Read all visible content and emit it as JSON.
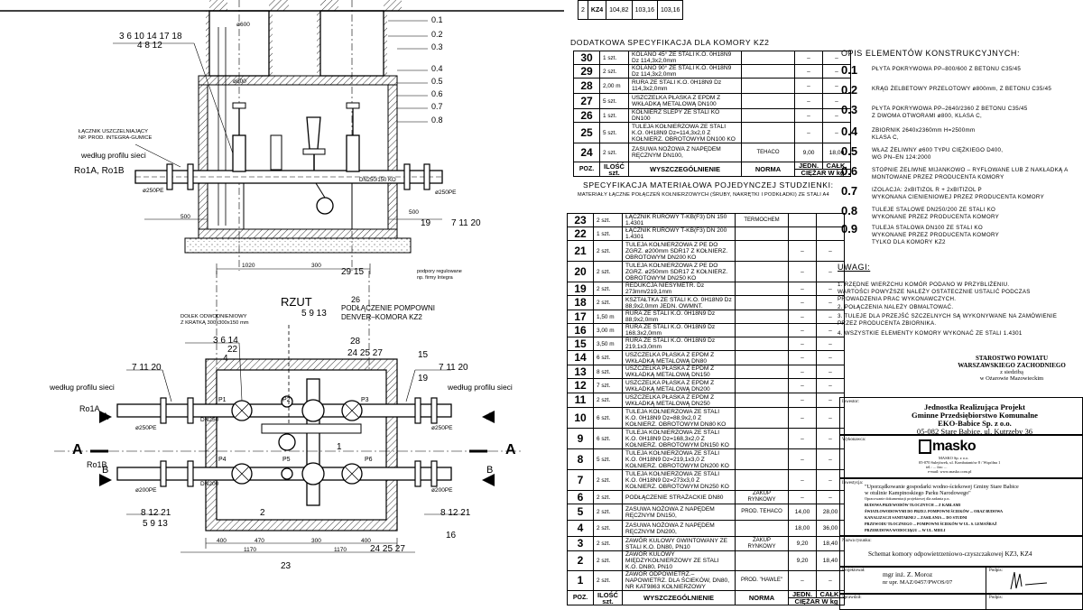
{
  "drawing": {
    "top_table_row": {
      "no": "2",
      "code": "KZ4",
      "v1": "104,82",
      "v2": "103,16",
      "v3": "103,16"
    },
    "elevation_labels": {
      "callouts_left": "3 6 10 14 17 18",
      "callouts_left2": "4 8 12",
      "compensator_note_1": "ŁĄCZNIK USZCZELNIAJĄCY",
      "compensator_note_2": "NP. PROD. INTEGRA-GUMICE",
      "profile_left": "według profilu sieci",
      "ro_left": "Ro1A, Ro1B",
      "pe_left": "ø250PE",
      "pe_right": "ø250PE",
      "dn_label": "DN250/150 KO",
      "dim_500_left": "500",
      "dim_500_right": "500",
      "dim_1020": "1020",
      "dim_300": "300",
      "dim_800": "ø800",
      "dim_600": "ø600",
      "callout_29_15": "29 15",
      "callout_19": "19",
      "callout_7_11_20": "7 11 20",
      "supports_note_1": "podpory regulowane",
      "supports_note_2": "np. firmy Integra"
    },
    "levels": [
      "0.1",
      "0.2",
      "0.3",
      "0.4",
      "0.5",
      "0.6",
      "0.7",
      "0.8"
    ],
    "plan_labels": {
      "rzut": "RZUT",
      "pump_conn_1": "PODŁĄCZENIE POMPOWNI",
      "pump_conn_2": "DENVER–KOMORA KZ2",
      "callout_26": "26",
      "callout_5_9_13": "5 9 13",
      "drain_1": "DOŁEK ODWODNIENIOWY",
      "drain_2": "Z KRATKĄ 300x300x150 mm",
      "callout_3_6_14": "3 6 14",
      "callout_22": "22",
      "callout_4": "4",
      "callout_24_25_27": "24 25 27",
      "callout_7_11_20_l": "7 11 20",
      "callout_7_11_20_r": "7 11 20",
      "callout_15": "15",
      "callout_19": "19",
      "profile_l1": "według profilu sieci",
      "profile_r1": "według profilu sieci",
      "ro1a": "Ro1A",
      "ro1b": "Ro1B",
      "pe1": "ø250PE",
      "pe2": "ø250PE",
      "pe3": "ø200PE",
      "pe4": "ø200PE",
      "dn250": "DN250",
      "dn200": "DN200",
      "p1": "P1",
      "p2": "P2",
      "p3": "P3",
      "p4": "P4",
      "p5": "P5",
      "p6": "P6",
      "a_left": "A",
      "a_right": "A",
      "b_left": "B",
      "b_right": "B",
      "big_a_left": "A",
      "big_a_right": "A",
      "callout_8_12_21_l": "8 12 21",
      "callout_5_9_13_l": "5 9 13",
      "callout_8_12_21_r": "8 12 21",
      "callout_16": "16",
      "callout_2": "2",
      "callout_24_25_27_b": "24 25 27",
      "callout_23": "23",
      "dim_400a": "400",
      "dim_470": "470",
      "dim_300b": "300",
      "dim_400b": "400",
      "dim_1170a": "1170",
      "dim_1170b": "1170",
      "callout_28": "28",
      "callout_1": "1"
    }
  },
  "additional_spec": {
    "title": "DODATKOWA SPECYFIKACJA DLA KOMORY KZ2",
    "rows": [
      {
        "no": "30",
        "qty": "1 szt.",
        "desc": "KOLANO 45° ZE STALI K.O. 0H18N9 Dz 114,3x2,0mm",
        "norm": "",
        "j": "–",
        "c": "–"
      },
      {
        "no": "29",
        "qty": "2 szt.",
        "desc": "KOLANO 90° ZE STALI K.O. 0H18N9 Dz 114,3x2,0mm",
        "norm": "",
        "j": "–",
        "c": "–"
      },
      {
        "no": "28",
        "qty": "2,00 m",
        "desc": "RURA ZE STALI K.O. 0H18N9 Dz 114,3x2,0mm",
        "norm": "",
        "j": "–",
        "c": "–"
      },
      {
        "no": "27",
        "qty": "5 szt.",
        "desc": "USZCZELKA PŁASKA Z EPDM Z WKŁADKĄ METALOWĄ DN100",
        "norm": "",
        "j": "–",
        "c": "–"
      },
      {
        "no": "26",
        "qty": "1 szt.",
        "desc": "KOŁNIERZ ŚLEPY ZE STALI KO DN100",
        "norm": "",
        "j": "–",
        "c": "–"
      },
      {
        "no": "25",
        "qty": "5 szt.",
        "desc": "TULEJA KOŁNIERZOWA ZE STALI K.O. 0H18N9 Dz=114,3x2,0 Z KOŁNIERZ. OBROTOWYM DN100 KO",
        "norm": "",
        "j": "–",
        "c": "–"
      },
      {
        "no": "24",
        "qty": "2 szt.",
        "desc": "ZASUWA NOŻOWA Z NAPĘDEM RĘCZNYM DN100,",
        "norm": "TEHACO",
        "j": "9,00",
        "c": "18,00"
      }
    ],
    "header": {
      "no": "POZ.",
      "qty": "ILOŚĆ szt.",
      "desc": "WYSZCZEGÓLNIENIE",
      "norm": "NORMA",
      "j": "JEDN.",
      "c": "CAŁK.",
      "weight": "CIĘŻAR W kg"
    }
  },
  "material_spec": {
    "title": "SPECYFIKACJA MATERIAŁOWA POJEDYNCZEJ STUDZIENKI:",
    "subtitle": "MATERIAŁY ŁĄCZNE POŁĄCZEŃ KOŁNIERZOWYCH (ŚRUBY, NAKRĘTKI I PODKŁADKI) ZE STALI A4",
    "rows": [
      {
        "no": "23",
        "qty": "2 szt.",
        "desc": "ŁĄCZNIK RUROWY T-KB(F3) DN 150 1.4301",
        "norm": "TERMOCHEM",
        "j": "",
        "c": ""
      },
      {
        "no": "22",
        "qty": "1 szt.",
        "desc": "ŁĄCZNIK RUROWY T-KB(F3) DN 200 1.4301",
        "norm": "",
        "j": "",
        "c": ""
      },
      {
        "no": "21",
        "qty": "2 szt.",
        "desc": "TULEJA KOŁNIERZOWA Z PE DO ZGRZ. ø200mm SDR17 Z KOŁNIERZ. OBROTOWYM DN200 KO",
        "norm": "",
        "j": "–",
        "c": "–"
      },
      {
        "no": "20",
        "qty": "2 szt.",
        "desc": "TULEJA KOŁNIERZOWA Z PE DO ZGRZ. ø250mm SDR17 Z KOŁNIERZ. OBROTOWYM DN250 KO",
        "norm": "",
        "j": "–",
        "c": "–"
      },
      {
        "no": "19",
        "qty": "2 szt.",
        "desc": "REDUKCJA NIESYMETR. Dz 273mm/219,1mm",
        "norm": "",
        "j": "–",
        "c": "–"
      },
      {
        "no": "18",
        "qty": "2 szt.",
        "desc": "KSZTAŁTKA ZE STALI K.O. 0H18N9 Dz 88,9x2,0mm JEDN. OWMNT.",
        "norm": "",
        "j": "–",
        "c": "–"
      },
      {
        "no": "17",
        "qty": "1,50 m",
        "desc": "RURA ZE STALI K.O. 0H18N9 Dz 88,9x2,0mm",
        "norm": "",
        "j": "–",
        "c": "–"
      },
      {
        "no": "16",
        "qty": "3,00 m",
        "desc": "RURA ZE STALI K.O. 0H18N9 Dz 168,3x2,0mm",
        "norm": "",
        "j": "–",
        "c": "–"
      },
      {
        "no": "15",
        "qty": "3,50 m",
        "desc": "RURA ZE STALI K.O. 0H18N9 Dz 219,1x3,0mm",
        "norm": "",
        "j": "–",
        "c": "–"
      },
      {
        "no": "14",
        "qty": "6 szt.",
        "desc": "USZCZELKA PŁASKA Z EPDM Z WKŁADKĄ METALOWĄ DN80",
        "norm": "",
        "j": "–",
        "c": "–"
      },
      {
        "no": "13",
        "qty": "8 szt.",
        "desc": "USZCZELKA PŁASKA Z EPDM Z WKŁADKĄ METALOWĄ DN150",
        "norm": "",
        "j": "–",
        "c": "–"
      },
      {
        "no": "12",
        "qty": "7 szt.",
        "desc": "USZCZELKA PŁASKA Z EPDM Z WKŁADKĄ METALOWĄ DN200",
        "norm": "",
        "j": "–",
        "c": "–"
      },
      {
        "no": "11",
        "qty": "2 szt.",
        "desc": "USZCZELKA PŁASKA Z EPDM Z WKŁADKĄ METALOWĄ DN250",
        "norm": "",
        "j": "–",
        "c": "–"
      },
      {
        "no": "10",
        "qty": "6 szt.",
        "desc": "TULEJA KOŁNIERZOWA ZE STALI K.O. 0H18N9 Dz=88,9x2,0 Z KOŁNIERZ. OBROTOWYM DN80 KO",
        "norm": "",
        "j": "–",
        "c": "–"
      },
      {
        "no": "9",
        "qty": "6 szt.",
        "desc": "TULEJA KOŁNIERZOWA ZE STALI K.O. 0H18N9 Dz=168,3x2,0 Z KOŁNIERZ. OBROTOWYM DN150 KO",
        "norm": "",
        "j": "–",
        "c": "–"
      },
      {
        "no": "8",
        "qty": "5 szt.",
        "desc": "TULEJA KOŁNIERZOWA ZE STALI K.O. 0H18N9 Dz=219,1x3,0 Z KOŁNIERZ. OBROTOWYM DN200 KO",
        "norm": "",
        "j": "–",
        "c": "–"
      },
      {
        "no": "7",
        "qty": "2 szt.",
        "desc": "TULEJA KOŁNIERZOWA ZE STALI K.O. 0H18N9 Dz=273x3,0 Z KOŁNIERZ. OBROTOWYM DN250 KO",
        "norm": "",
        "j": "–",
        "c": "–"
      },
      {
        "no": "6",
        "qty": "2 szt.",
        "desc": "PODŁĄCZENIE STRAŻACKIE DN80",
        "norm": "ZAKUP RYNKOWY",
        "j": "–",
        "c": "–"
      },
      {
        "no": "5",
        "qty": "2 szt.",
        "desc": "ZASUWA NOŻOWA Z NAPĘDEM RĘCZNYM DN150,",
        "norm": "PROD. TEHACO",
        "j": "14,00",
        "c": "28,00"
      },
      {
        "no": "4",
        "qty": "2 szt.",
        "desc": "ZASUWA NOŻOWA Z NAPĘDEM RĘCZNYM DN200,",
        "norm": "",
        "j": "18,00",
        "c": "36,00"
      },
      {
        "no": "3",
        "qty": "2 szt.",
        "desc": "ZAWÓR KULOWY GWINTOWANY ZE STALI K.O. DN80, PN10",
        "norm": "ZAKUP RYNKOWY",
        "j": "9,20",
        "c": "18,40"
      },
      {
        "no": "2",
        "qty": "2 szt.",
        "desc": "ZAWÓR KULOWY MIĘDZYKOŁNIERZOWY ZE STALI K.O. DN80, PN10",
        "norm": "",
        "j": "9,20",
        "c": "18,40"
      },
      {
        "no": "1",
        "qty": "2 szt.",
        "desc": "ZAWÓR ODPOWIETRZ.–NAPOWIETRZ. DLA ŚCIEKÓW, DN80, NR KAT9863 KOŁNIERZOWY",
        "norm": "PROD. \"HAWLE\"",
        "j": "–",
        "c": "–"
      }
    ],
    "header": {
      "no": "POZ.",
      "qty": "ILOŚĆ szt.",
      "desc": "WYSZCZEGÓLNIENIE",
      "norm": "NORMA",
      "j": "JEDN.",
      "c": "CAŁK.",
      "weight": "CIĘŻAR W kg"
    }
  },
  "opis": {
    "title": "OPIS ELEMENTÓW KONSTRUKCYJNYCH:",
    "items": [
      {
        "num": "0.1",
        "text": [
          "PŁYTA POKRYWOWA PP–800/600 Z BETONU C35/45"
        ]
      },
      {
        "num": "0.2",
        "text": [
          "KRĄG ŻELBETOWY PRZELOTOWY ø800mm, Z BETONU C35/45"
        ]
      },
      {
        "num": "0.3",
        "text": [
          "PŁYTA POKRYWOWA PP–2640/2360 Z BETONU C35/45",
          "Z DWOMA OTWORAMI ø800, KLASA C,"
        ]
      },
      {
        "num": "0.4",
        "text": [
          "ZBIORNIK 2640x2360mm   H=2500mm",
          "KLASA C,"
        ]
      },
      {
        "num": "0.5",
        "text": [
          "WŁAZ ŻELIWNY ø600 TYPU CIĘŻKIEGO D400,",
          "WG PN–EN 124:2000"
        ]
      },
      {
        "num": "0.6",
        "text": [
          "STOPNIE ŻELIWNE MIJANKOWO – RYFLOWANE LUB Z NAKŁADKĄ A",
          "MONTOWANE PRZEZ PRODUCENTA KOMORY"
        ]
      },
      {
        "num": "0.7",
        "text": [
          "IZOLACJA: 2xBITIZOL R + 2xBITIZOL P",
          "WYKONANA CIENIENIOWEJ PRZEZ PRODUCENTA KOMORY"
        ]
      },
      {
        "num": "0.8",
        "text": [
          "TULEJE STALOWE DN250/200 ZE STALI KO",
          "WYKONANE PRZEZ PRODUCENTA KOMORY"
        ]
      },
      {
        "num": "0.9",
        "text": [
          "TULEJA STALOWA DN100 ZE STALI KO",
          "WYKONANE PRZEZ PRODUCENTA KOMORY",
          "TYLKO DLA KOMORY KZ2"
        ]
      }
    ]
  },
  "uwagi": {
    "title": "UWAGI:",
    "items": [
      [
        "1. RZĘDNE WIERZCHU KOMÓR PODANO W PRZYBLIŻENIU.",
        "   WARTOŚCI POWYŻSZE NALEŻY OSTATECZNIE USTALIĆ PODCZAS",
        "   PROWADZENIA PRAC WYKONAWCZYCH."
      ],
      [
        "2. POŁĄCZENIA NALEŻY OBMALTOWAĆ."
      ],
      [
        "3. TULEJE DLA PRZEJŚĆ SZCZELNYCH SĄ WYKONYWANE NA ZAMÓWIENIE",
        "   PRZEZ PRODUCENTA ZBIORNIKA."
      ],
      [
        "4. WSZYSTKIE ELEMENTY KOMORY WYKONAĆ ZE STALI 1.4301"
      ]
    ]
  },
  "stamp": {
    "line1": "STAROSTWO POWIATU",
    "line2": "WARSZAWSKIEGO ZACHODNIEGO",
    "line3": "z siedzibą",
    "line4": "w Ożarowie Mazowieckim"
  },
  "title_block": {
    "inwestor_label": "Inwestor:",
    "inwestor": [
      "Jednostka Realizująca Projekt",
      "Gminne Przedsiębiorstwo Komunalne",
      "EKO-Babice Sp. z o.o.",
      "05-082 Stare Babice, ul. Kutrzeby 36"
    ],
    "wykonawca_label": "Wykonawca:",
    "company_logo": "masko",
    "company_lines": [
      "MASKO Sp. z o.o.",
      "05-070 Sulejówek, ul. Kombatantów 8 / Wspólna 1",
      "tel.: ... fax: ...",
      "e-mail: www.masko.com.pl"
    ],
    "inwestycja_label": "Inwestycja:",
    "inwestycja": [
      "\"Uporządkowanie gospodarki wodno-ściekowej Gminy Stare Babice",
      "w otulinie Kampinoskiego Parku Narodowego\"",
      "Opracowanie dokumentacji projektowej dla zadania p.n.",
      "BUDOWA PRZEWODÓW TŁOCZNYCH ... Z KABLAMI",
      "ŚWIATŁOWODOWYMI DO PRZEJ. POMPOWNI ŚCIEKÓW ... ORAZ BUDOWA",
      "KANALIZACJI SANITARNEJ ... ZASILANIA ... DO STUDNI",
      "PRZEWODU TŁOCZNEGO ... POMPOWNI ŚCIEKÓW W UL. S. LEMAŃRAŹ",
      "PRZEBUDOWA WODOCIĄGU ... W UL. MIELI"
    ],
    "rysunek_label": "Nazwa rysunku:",
    "rysunek": "Schemat komory odpowietrzeniowo-czyszczakowej KZ3, KZ4",
    "projektowal_label": "Projektował:",
    "projektowal": [
      "mgr inż. Z. Moroz",
      "nr upr. MAZ/0457/PWOS/07"
    ],
    "podpis_label": "Podpis:",
    "sprawdzil_label": "Sprawdził:",
    "podpis2_label": "Podpis:"
  }
}
